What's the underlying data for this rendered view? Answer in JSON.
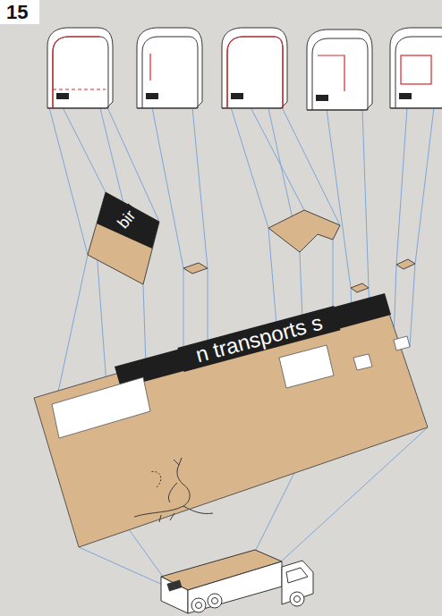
{
  "diagram": {
    "nodes": [
      {
        "text": [
          "bir"
        ]
      },
      {
        "text": [
          "n transports s"
        ]
      }
    ],
    "labels": [
      "15"
    ]
  }
}
